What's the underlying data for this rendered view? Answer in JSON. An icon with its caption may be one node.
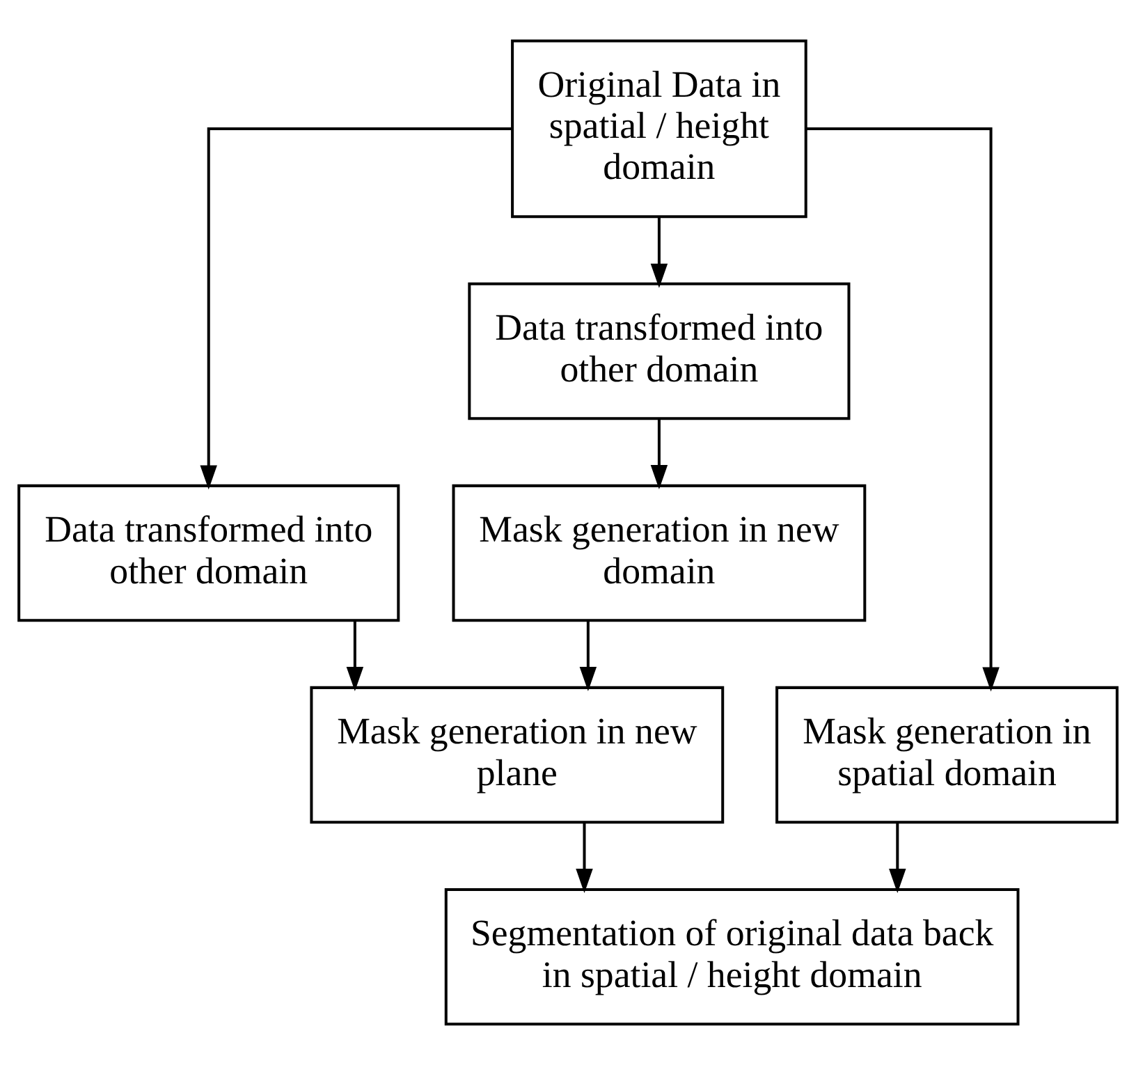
{
  "diagram": {
    "nodes": [
      {
        "text": [
          "Original Data in spatial / height domain"
        ]
      },
      {
        "text": [
          "Data transformed into other domain"
        ]
      },
      {
        "text": [
          "Data transformed into other domain"
        ]
      },
      {
        "text": [
          "Mask generation in spatial domain"
        ]
      },
      {
        "text": [
          "Mask generation in new domain"
        ]
      },
      {
        "text": [
          "Mask generation in new plane"
        ]
      },
      {
        "text": [
          "Segmentation of original data back in spatial / height domain"
        ]
      }
    ],
    "edges": [
      {
        "from": 0,
        "to": 1,
        "arrow": "to"
      },
      {
        "from": 0,
        "to": 2,
        "arrow": "to"
      },
      {
        "from": 0,
        "to": 3,
        "arrow": "to"
      },
      {
        "from": 2,
        "to": 4,
        "arrow": "to"
      },
      {
        "from": 1,
        "to": 5,
        "arrow": "to"
      },
      {
        "from": 4,
        "to": 5,
        "arrow": "to"
      },
      {
        "from": 3,
        "to": 6,
        "arrow": "to"
      },
      {
        "from": 5,
        "to": 6,
        "arrow": "to"
      }
    ]
  }
}
